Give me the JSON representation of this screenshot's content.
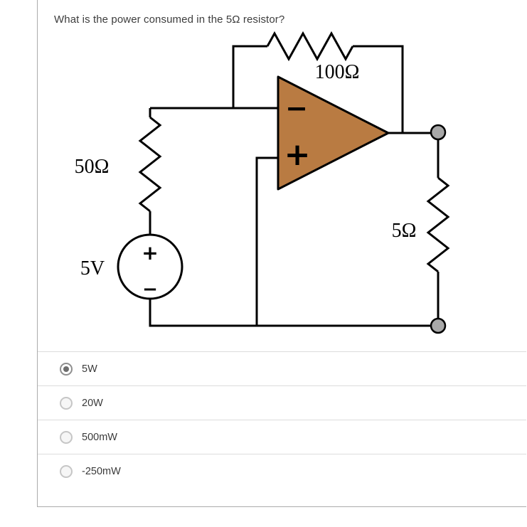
{
  "question": {
    "title": "What is the power consumed in the 5Ω resistor?"
  },
  "circuit": {
    "labels": {
      "feedback_resistor": "100Ω",
      "input_resistor": "50Ω",
      "source_voltage": "5V",
      "load_resistor": "5Ω",
      "opamp_minus": "−",
      "opamp_plus": "+",
      "source_plus": "+",
      "source_minus": "−"
    },
    "colors": {
      "opamp_fill": "#b97b42",
      "wire": "#000000",
      "terminal_fill": "#a8a8a8"
    }
  },
  "options": [
    {
      "label": "5W",
      "selected": true
    },
    {
      "label": "20W",
      "selected": false
    },
    {
      "label": "500mW",
      "selected": false
    },
    {
      "label": "-250mW",
      "selected": false
    }
  ]
}
